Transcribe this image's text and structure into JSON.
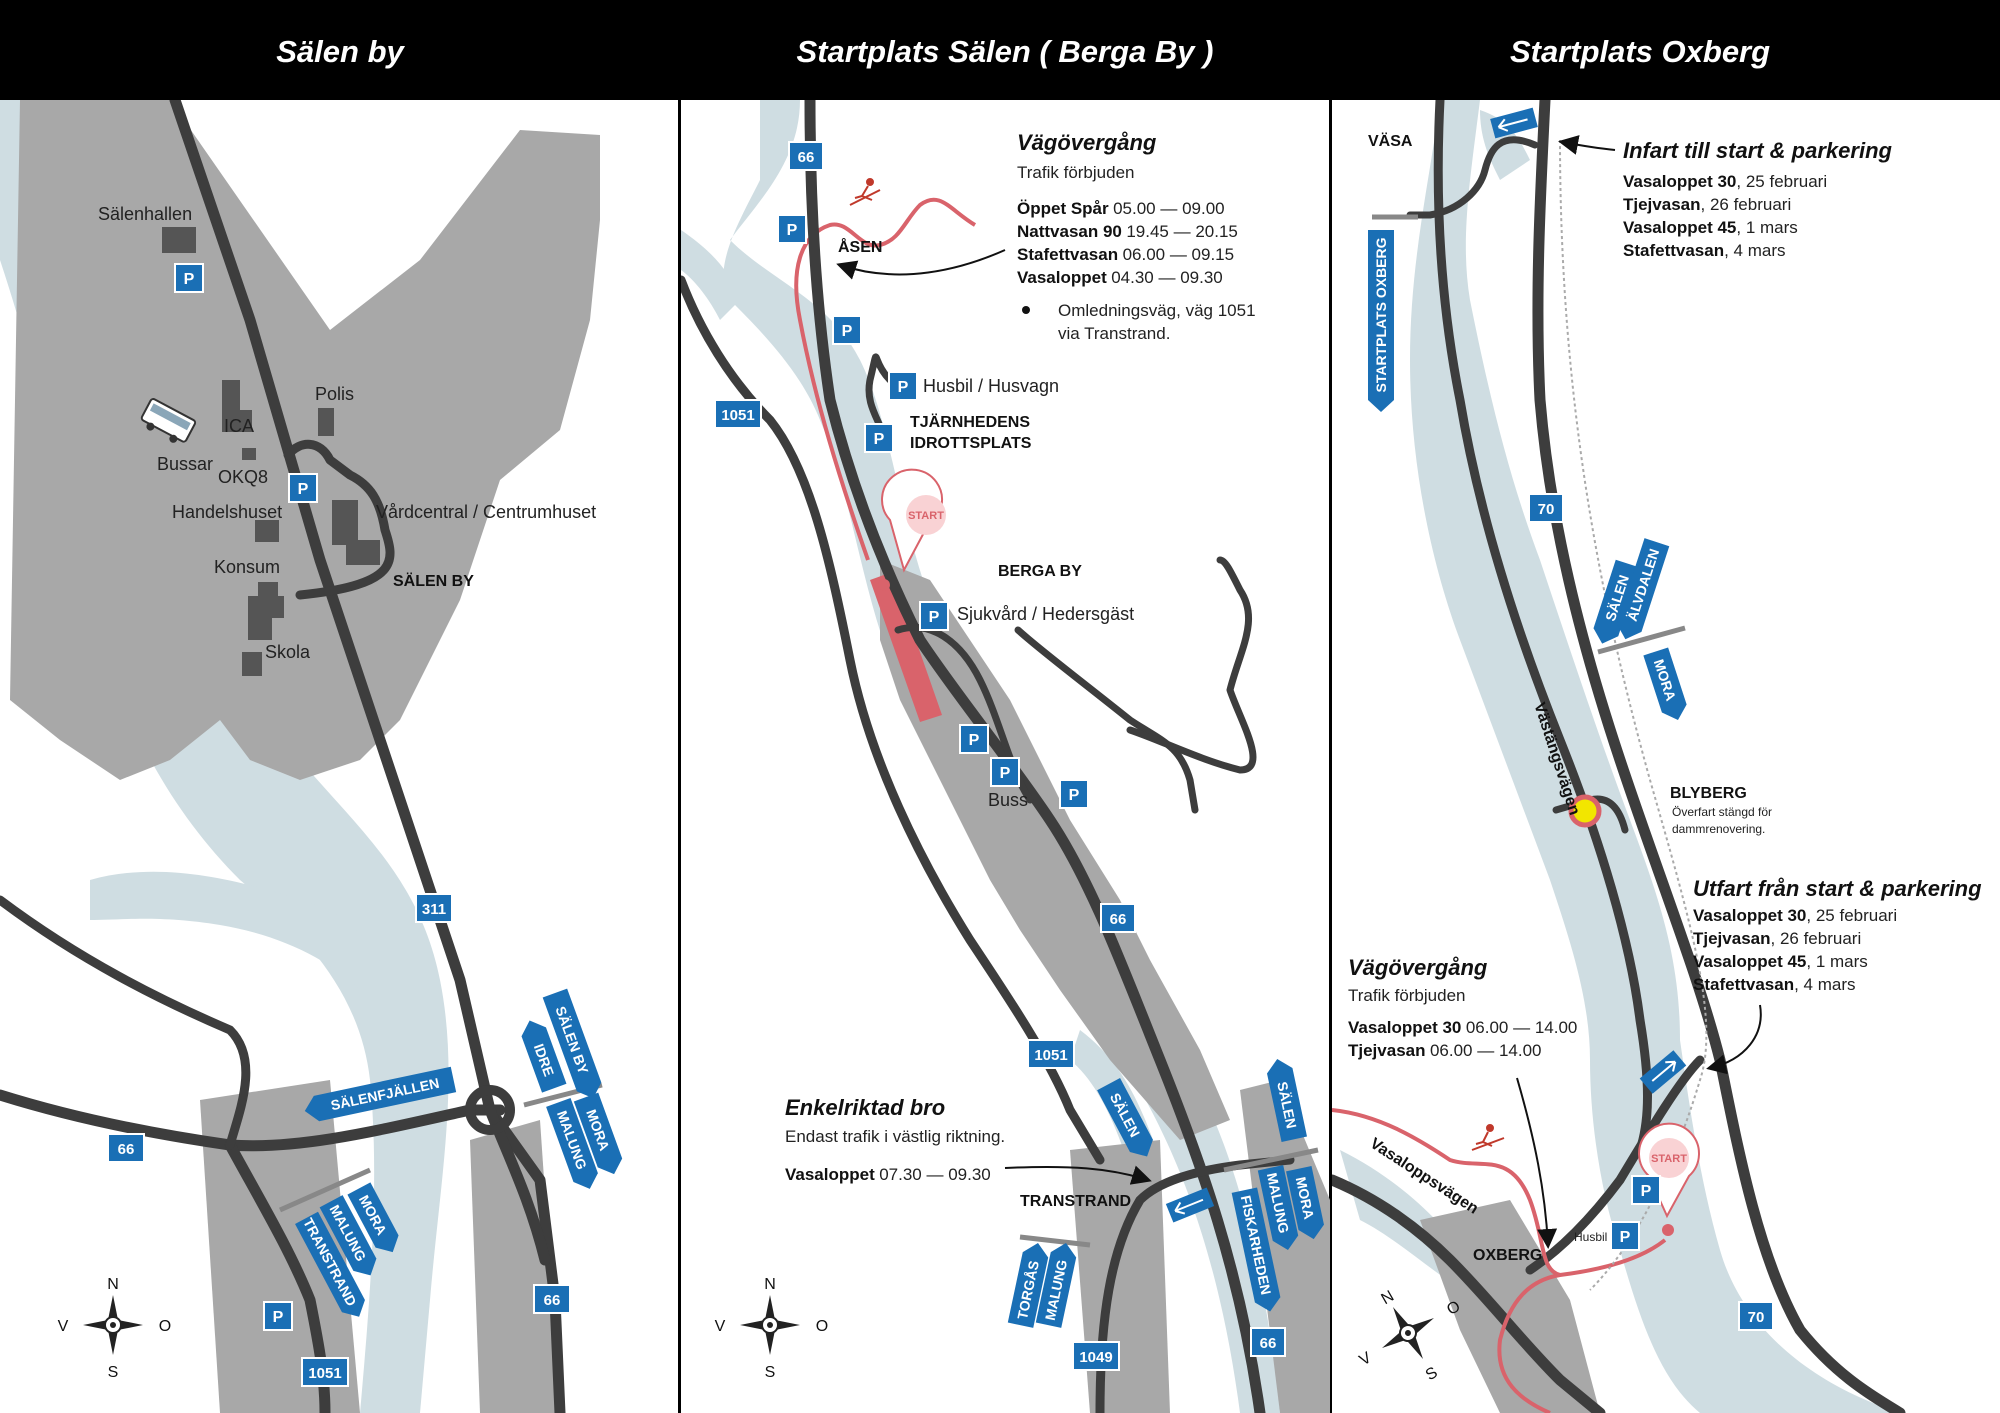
{
  "panels": [
    {
      "title": "Sälen by"
    },
    {
      "title": "Startplats Sälen ( Berga By )"
    },
    {
      "title": "Startplats Oxberg"
    }
  ],
  "panel1": {
    "places": [
      "Sälenhallen",
      "ICA",
      "Polis",
      "Bussar",
      "OKQ8",
      "Handelshuset",
      "Vårdcentral / Centrumhuset",
      "Konsum",
      "Skola",
      "SÄLEN BY"
    ],
    "roads": [
      "311",
      "66",
      "66",
      "1051"
    ],
    "signs": [
      "SÄLENFJÄLLEN",
      "SÄLEN BY",
      "MORA",
      "IDRE",
      "MALUNG",
      "MORA",
      "MALUNG",
      "TRANSTRAND"
    ],
    "parking": "P"
  },
  "panel2": {
    "places": [
      "ÅSEN",
      "Husbil / Husvagn",
      "TJÄRNHEDENS",
      "IDROTTSPLATS",
      "BERGA BY",
      "Sjukvård / Hedersgäst",
      "Buss",
      "TRANSTRAND",
      "START"
    ],
    "roads": [
      "66",
      "1051",
      "66",
      "1051",
      "1049",
      "66"
    ],
    "signs": [
      "SÄLEN",
      "SÄLEN",
      "MORA",
      "MALUNG",
      "FISKARHEDEN",
      "TORGÅS",
      "MALUNG"
    ],
    "crossing": {
      "title": "Vägövergång",
      "subtitle": "Trafik förbjuden",
      "rows": [
        {
          "name": "Öppet Spår",
          "time": "05.00 — 09.00"
        },
        {
          "name": "Nattvasan 90",
          "time": "19.45 — 20.15"
        },
        {
          "name": "Stafettvasan",
          "time": "06.00 — 09.15"
        },
        {
          "name": "Vasaloppet",
          "time": "04.30 — 09.30"
        }
      ],
      "note1": "Omledningsväg, väg 1051",
      "note2": "via Transtrand."
    },
    "bridge": {
      "title": "Enkelriktad bro",
      "subtitle": "Endast trafik i västlig riktning.",
      "row": {
        "name": "Vasaloppet",
        "time": "07.30 — 09.30"
      }
    }
  },
  "panel3": {
    "places": [
      "VÄSA",
      "BLYBERG",
      "Överfart stängd för",
      "dammrenovering.",
      "Västängsvägen",
      "Vasaloppsvägen",
      "OXBERG",
      "Husbil",
      "START"
    ],
    "roads": [
      "70",
      "70"
    ],
    "signs": [
      "STARTPLATS OXBERG",
      "SÄLEN",
      "ÄLVDALEN",
      "MORA"
    ],
    "entry": {
      "title": "Infart till start & parkering",
      "rows": [
        {
          "name": "Vasaloppet 30",
          "date": ", 25 februari"
        },
        {
          "name": "Tjejvasan",
          "date": ", 26 februari"
        },
        {
          "name": "Vasaloppet 45",
          "date": ", 1 mars"
        },
        {
          "name": "Stafettvasan",
          "date": ", 4 mars"
        }
      ]
    },
    "exit": {
      "title": "Utfart från start & parkering",
      "rows": [
        {
          "name": "Vasaloppet 30",
          "date": ", 25 februari"
        },
        {
          "name": "Tjejvasan",
          "date": ", 26 februari"
        },
        {
          "name": "Vasaloppet 45",
          "date": ", 1 mars"
        },
        {
          "name": "Stafettvasan",
          "date": ", 4 mars"
        }
      ]
    },
    "crossing": {
      "title": "Vägövergång",
      "subtitle": "Trafik förbjuden",
      "rows": [
        {
          "name": "Vasaloppet 30",
          "time": "06.00 — 14.00"
        },
        {
          "name": "Tjejvasan",
          "time": "06.00 — 14.00"
        }
      ]
    }
  },
  "compass": {
    "n": "N",
    "s": "S",
    "v": "V",
    "o": "O"
  },
  "colors": {
    "road": "#3d3d3d",
    "area": "#a8a8a8",
    "water": "#cfdde2",
    "sign": "#1a6fb5",
    "route": "#d9636b",
    "header": "#000000"
  }
}
